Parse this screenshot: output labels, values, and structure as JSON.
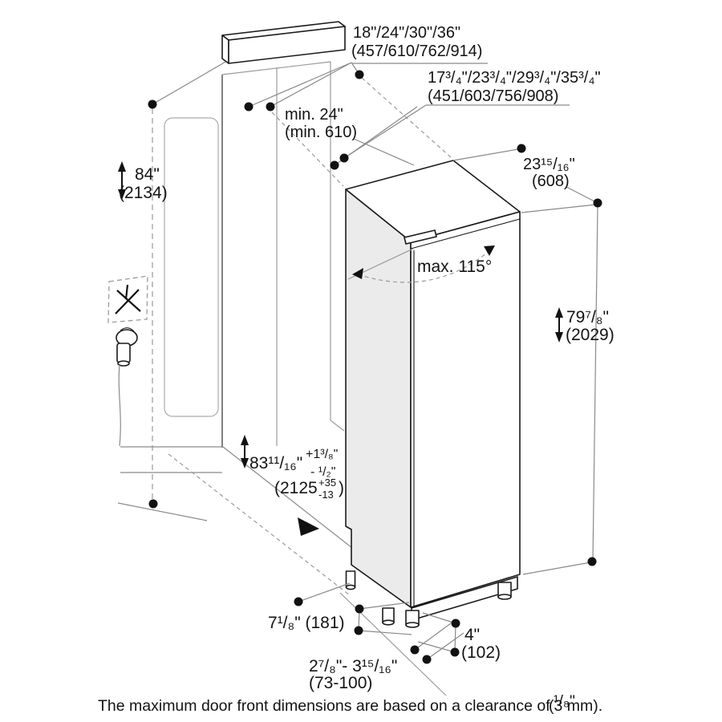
{
  "drawing": {
    "labels": {
      "cabinet_width_in": "18\"/24\"/30\"/36\"",
      "cabinet_width_mm": "(457/610/762/914)",
      "door_width_in": "17³/₄\"/23³/₄\"/29³/₄\"/35³/₄\"",
      "door_width_mm": "(451/603/756/908)",
      "niche_depth_min_in": "min. 24\"",
      "niche_depth_min_mm": "(min. 610)",
      "ceiling_height_in": "84\"",
      "ceiling_height_mm": "(2134)",
      "appliance_depth_in": "23¹⁵/₁₆\"",
      "appliance_depth_mm": "(608)",
      "door_swing_max": "max. 115°",
      "appliance_height_in": "79⁷/₈\"",
      "appliance_height_mm": "(2029)",
      "niche_height_in": "83¹¹/₁₆\"",
      "niche_height_tol_plus": "+1³/₈\"",
      "niche_height_tol_minus": "- ¹/₂\"",
      "niche_height_mm_base": "(2125",
      "niche_height_mm_plus": "+35",
      "niche_height_mm_minus": "-13",
      "niche_height_mm_close": ")",
      "recess_depth": "7¹/₈\" (181)",
      "plinth_height_in": "4\"",
      "plinth_height_mm": "(102)",
      "foot_range_in": "2⁷/₈\"- 3¹⁵/₁₆\"",
      "foot_range_mm": "(73-100)"
    },
    "caption": {
      "text": "The maximum door front dimensions are based on a clearance of",
      "fraction": "¹/₈\"",
      "metric": "(3 mm)."
    },
    "colors": {
      "line": "#1a1a1a",
      "leader": "#8a8a8a",
      "side_panel_fill": "#ebebeb"
    }
  }
}
